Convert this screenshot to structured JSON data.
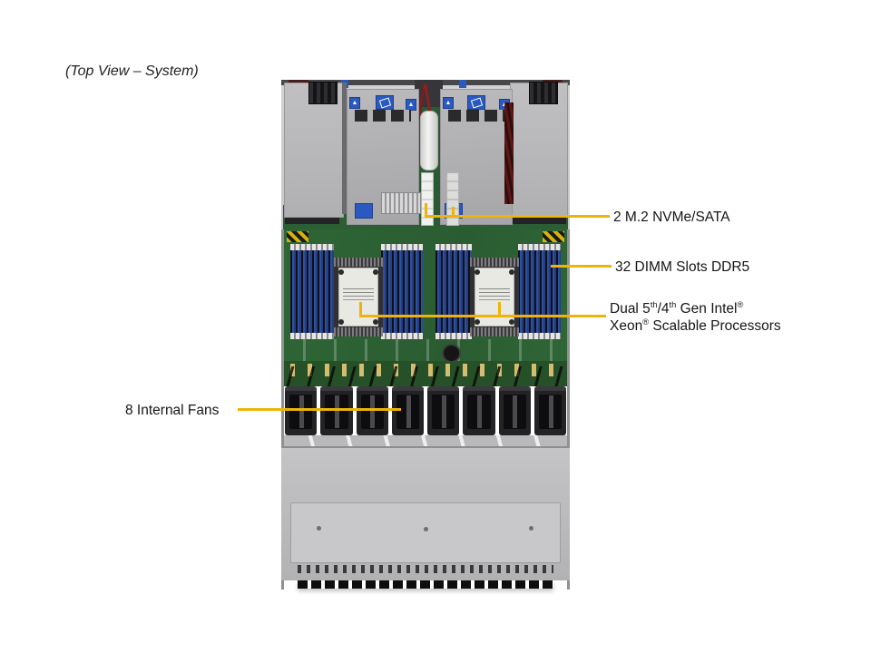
{
  "title": "(Top View – System)",
  "figure": {
    "description": "Server chassis top view",
    "fan_count": 8,
    "dimm_slot_total": 32,
    "dimm_banks": 4,
    "cpu_count": 2,
    "m2_count": 2,
    "psu_count": 2
  },
  "colors": {
    "callout_yellow": "#f0b30a",
    "pcb_green": "#2c5e33",
    "dimm_blue": "#2e4f9e",
    "chassis_gray": "#c7c7c9",
    "label_blue": "#2a59c0"
  },
  "callouts": {
    "m2": {
      "label": "2 M.2 NVMe/SATA"
    },
    "dimm": {
      "label": "32 DIMM Slots DDR5"
    },
    "cpu": {
      "line1": [
        {
          "t": "Dual 5"
        },
        {
          "t": "th",
          "sup": true
        },
        {
          "t": "/4"
        },
        {
          "t": "th",
          "sup": true
        },
        {
          "t": " Gen Intel"
        },
        {
          "t": "®",
          "sup": true
        }
      ],
      "line2": [
        {
          "t": "Xeon"
        },
        {
          "t": "®",
          "sup": true
        },
        {
          "t": " Scalable Processors"
        }
      ]
    },
    "fans": {
      "label": "8 Internal Fans"
    }
  },
  "glyphs": {
    "warning_triangle": "▲"
  }
}
